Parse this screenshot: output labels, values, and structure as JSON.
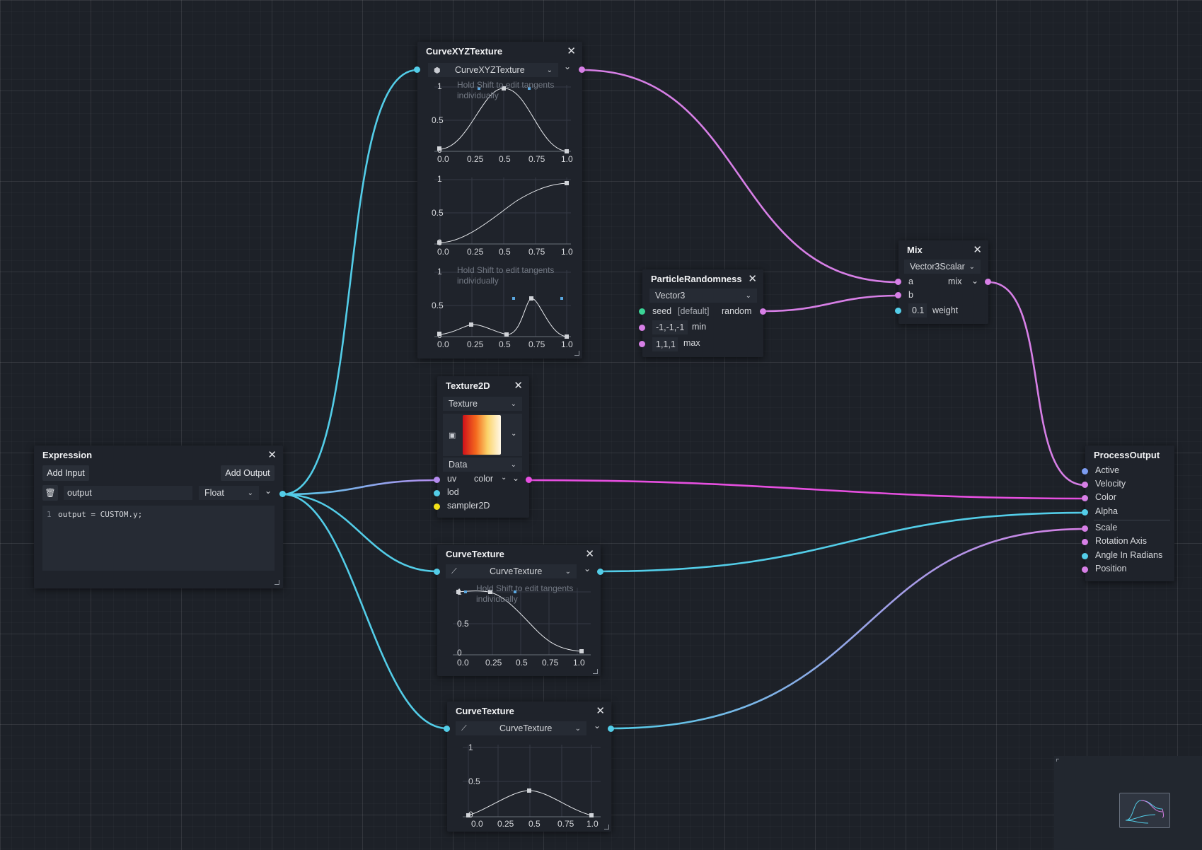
{
  "nodes": {
    "curvexyz": {
      "title": "CurveXYZTexture",
      "dropdown": "CurveXYZTexture",
      "hint": "Hold Shift to edit tangents individually",
      "x_ticks": [
        "0.0",
        "0.25",
        "0.5",
        "0.75",
        "1.0"
      ],
      "y_ticks": [
        "1",
        "0.5",
        "0"
      ]
    },
    "mix": {
      "title": "Mix",
      "dropdown": "Vector3Scalar",
      "in_a": "a",
      "in_b": "b",
      "out_mix": "mix",
      "weight_value": "0.1",
      "weight_label": "weight"
    },
    "particle": {
      "title": "ParticleRandomness",
      "dropdown": "Vector3",
      "seed_label": "seed",
      "seed_value": "[default]",
      "out_random": "random",
      "min_value": "-1,-1,-1",
      "min_label": "min",
      "max_value": "1,1,1",
      "max_label": "max"
    },
    "texture2d": {
      "title": "Texture2D",
      "dropdown_texture": "Texture",
      "dropdown_data": "Data",
      "in_uv": "uv",
      "out_color": "color",
      "in_lod": "lod",
      "in_sampler": "sampler2D"
    },
    "expression": {
      "title": "Expression",
      "add_input": "Add Input",
      "add_output": "Add Output",
      "output_name": "output",
      "output_type": "Float",
      "code_line_no": "1",
      "code": "output = CUSTOM.y;"
    },
    "curve1": {
      "title": "CurveTexture",
      "dropdown": "CurveTexture",
      "hint": "Hold Shift to edit tangents individually",
      "x_ticks": [
        "0.0",
        "0.25",
        "0.5",
        "0.75",
        "1.0"
      ],
      "y_ticks": [
        "1",
        "0.5",
        "0"
      ]
    },
    "curve2": {
      "title": "CurveTexture",
      "dropdown": "CurveTexture",
      "x_ticks": [
        "0.0",
        "0.25",
        "0.5",
        "0.75",
        "1.0"
      ],
      "y_ticks": [
        "1",
        "0.5",
        "0"
      ]
    },
    "output": {
      "title": "ProcessOutput",
      "ports": [
        "Active",
        "Velocity",
        "Color",
        "Alpha",
        "Scale",
        "Rotation Axis",
        "Angle In Radians",
        "Position"
      ]
    }
  },
  "colors": {
    "background": "#1d2128",
    "node": "#1f232b",
    "vec3_port": "#d77fe6",
    "float_port": "#53cde8",
    "seed_port": "#3bd496",
    "sampler_port": "#f2e018",
    "bool_port": "#7c9cf0",
    "color_wire": "#e64fe0",
    "curve_stroke": "#e6e8ec",
    "tangent_handle": "#5aa7e0"
  },
  "icons": {
    "close": "close-icon",
    "cube": "cube-icon",
    "curve": "curve-icon",
    "image": "image-icon",
    "trash": "trash-icon",
    "chevron": "chevron-down-icon"
  }
}
